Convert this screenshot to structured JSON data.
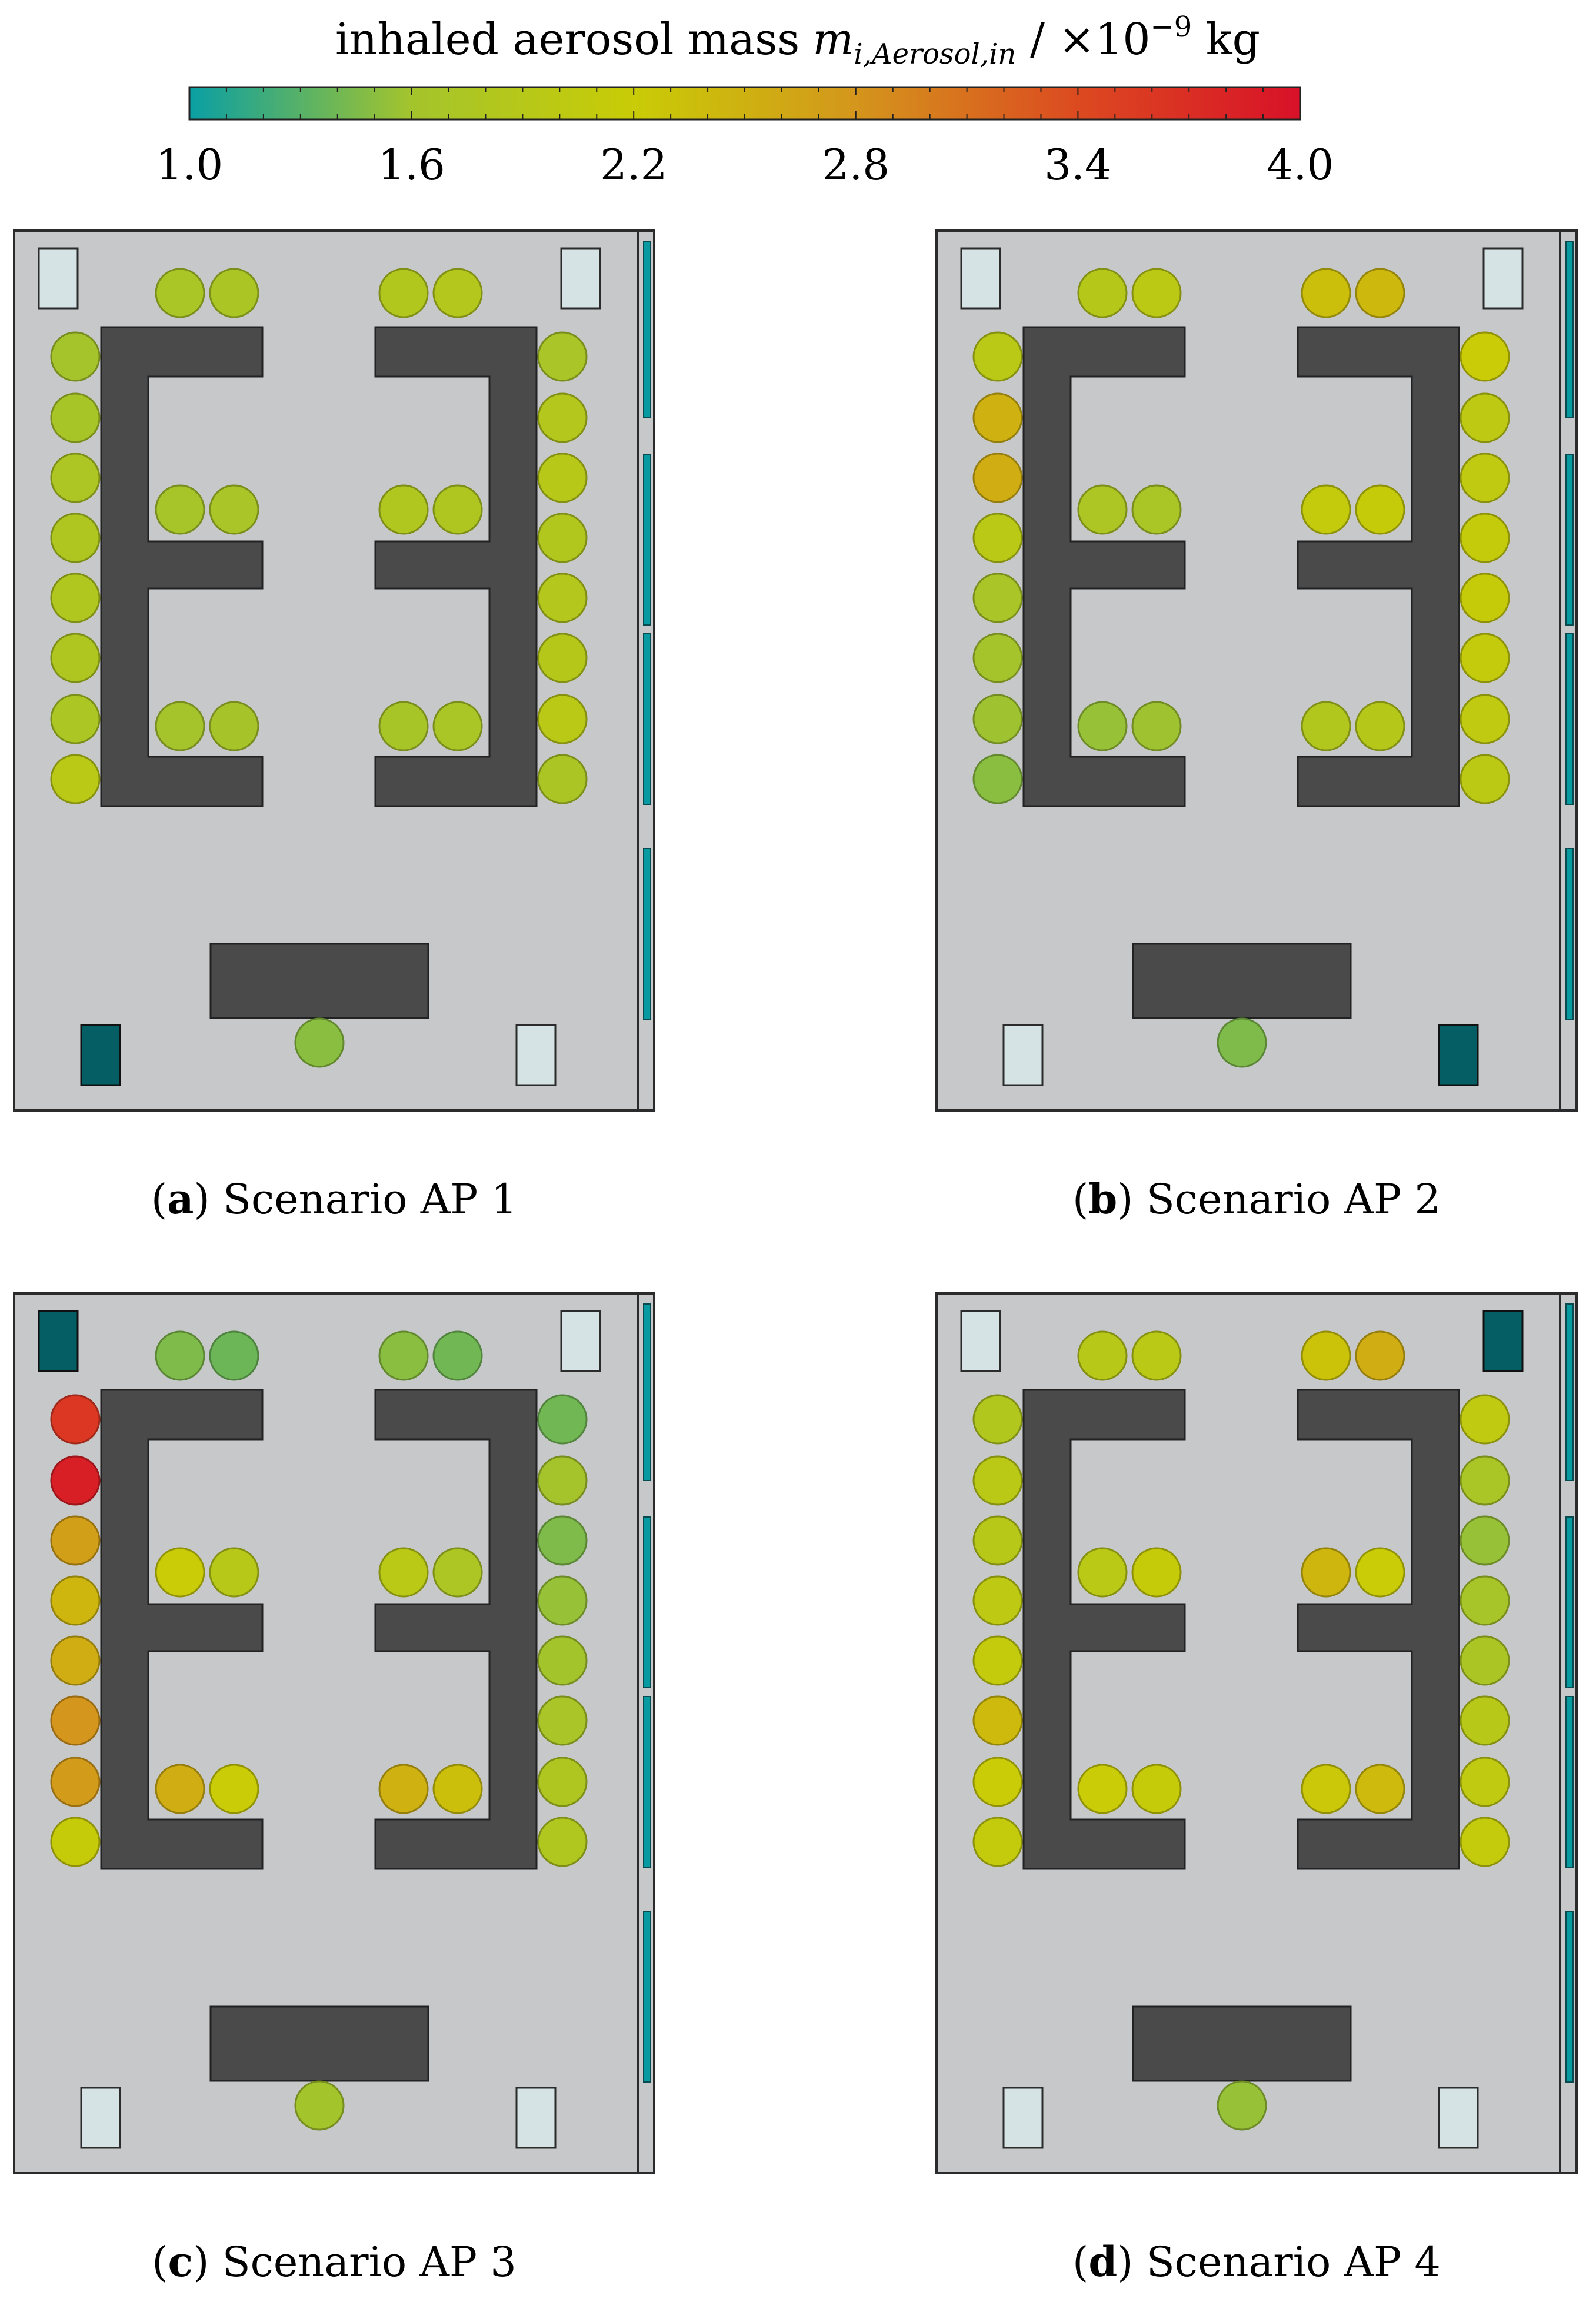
{
  "colorbar": {
    "title": "inhaled aerosol mass",
    "symbol_main": "m",
    "symbol_sub": "i,Aerosol,in",
    "unit_prefix": " / ×10",
    "unit_exp": "−9",
    "unit": " kg",
    "min": 1.0,
    "max": 4.0,
    "tick_labels": [
      "1.0",
      "1.6",
      "2.2",
      "2.8",
      "3.4",
      "4.0"
    ],
    "colormap": [
      "#0a9fa4",
      "#a4c42c",
      "#c9cc06",
      "#d4961c",
      "#dc4a20",
      "#d81128"
    ]
  },
  "legend_colors": {
    "air_purifier_on": "#045e63",
    "air_purifier_off": "#d5e3e5",
    "room": "#c7c8ca",
    "table": "#4a4a4a",
    "window": "#079aa0"
  },
  "chart_data": {
    "type": "heatmap",
    "description_unit": "×10^-9 kg",
    "panels": [
      {
        "letter": "a",
        "caption": " Scenario AP 1",
        "active_purifier": "bottom-left",
        "seats": {
          "top_left": [
            1.7,
            1.72
          ],
          "top_right": [
            1.82,
            1.85
          ],
          "mid_left": [
            1.65,
            1.68
          ],
          "mid_right": [
            1.8,
            1.78
          ],
          "low_left": [
            1.62,
            1.63
          ],
          "low_right": [
            1.66,
            1.7
          ],
          "left_column": [
            1.62,
            1.66,
            1.75,
            1.78,
            1.8,
            1.78,
            1.73,
            1.95
          ],
          "right_column": [
            1.68,
            1.85,
            1.9,
            1.82,
            1.85,
            1.88,
            1.95,
            1.72
          ],
          "front": [
            1.5
          ]
        }
      },
      {
        "letter": "b",
        "caption": " Scenario AP 2",
        "active_purifier": "bottom-right",
        "seats": {
          "top_left": [
            1.88,
            1.97
          ],
          "top_right": [
            2.35,
            2.42
          ],
          "mid_left": [
            1.75,
            1.7
          ],
          "mid_right": [
            2.1,
            2.15
          ],
          "low_left": [
            1.55,
            1.58
          ],
          "low_right": [
            1.82,
            1.88
          ],
          "left_column": [
            1.95,
            2.5,
            2.55,
            1.95,
            1.68,
            1.62,
            1.58,
            1.5
          ],
          "right_column": [
            2.2,
            2.0,
            2.05,
            2.12,
            2.15,
            2.1,
            2.05,
            1.98
          ],
          "front": [
            1.45
          ]
        }
      },
      {
        "letter": "c",
        "caption": " Scenario AP 3",
        "active_purifier": "top-left",
        "seats": {
          "top_left": [
            1.45,
            1.38
          ],
          "top_right": [
            1.5,
            1.4
          ],
          "mid_left": [
            2.2,
            1.9
          ],
          "mid_right": [
            1.95,
            1.75
          ],
          "low_left": [
            2.55,
            2.2
          ],
          "low_right": [
            2.5,
            2.35
          ],
          "left_column": [
            3.6,
            3.85,
            2.7,
            2.45,
            2.55,
            2.8,
            2.75,
            2.15
          ],
          "right_column": [
            1.4,
            1.62,
            1.45,
            1.55,
            1.6,
            1.68,
            1.78,
            1.8
          ],
          "front": [
            1.6
          ]
        }
      },
      {
        "letter": "d",
        "caption": " Scenario AP 4",
        "active_purifier": "top-right",
        "seats": {
          "top_left": [
            1.9,
            1.95
          ],
          "top_right": [
            2.3,
            2.55
          ],
          "mid_left": [
            1.95,
            2.15
          ],
          "mid_right": [
            2.45,
            2.2
          ],
          "low_left": [
            2.2,
            2.15
          ],
          "low_right": [
            2.25,
            2.4
          ],
          "left_column": [
            1.82,
            1.95,
            1.9,
            2.0,
            2.1,
            2.4,
            2.2,
            2.1
          ],
          "right_column": [
            2.05,
            1.7,
            1.55,
            1.65,
            1.72,
            1.9,
            2.05,
            2.1
          ],
          "front": [
            1.55
          ]
        }
      }
    ]
  }
}
